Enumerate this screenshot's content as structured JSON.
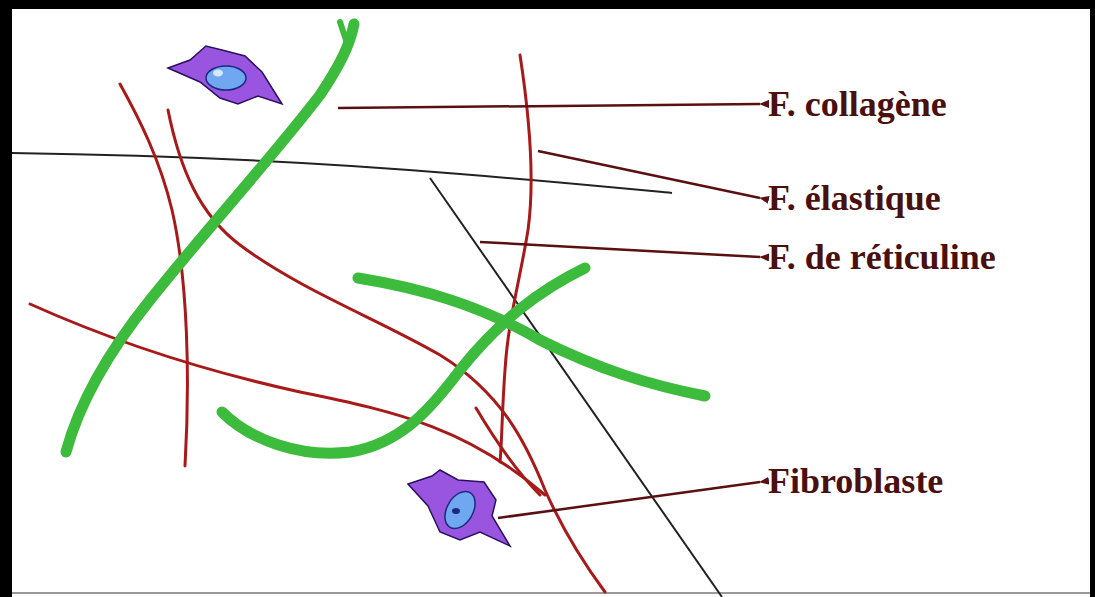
{
  "diagram": {
    "labels": [
      "F. collagène",
      "F. élastique",
      "F. de réticuline",
      "Fibroblaste"
    ]
  }
}
